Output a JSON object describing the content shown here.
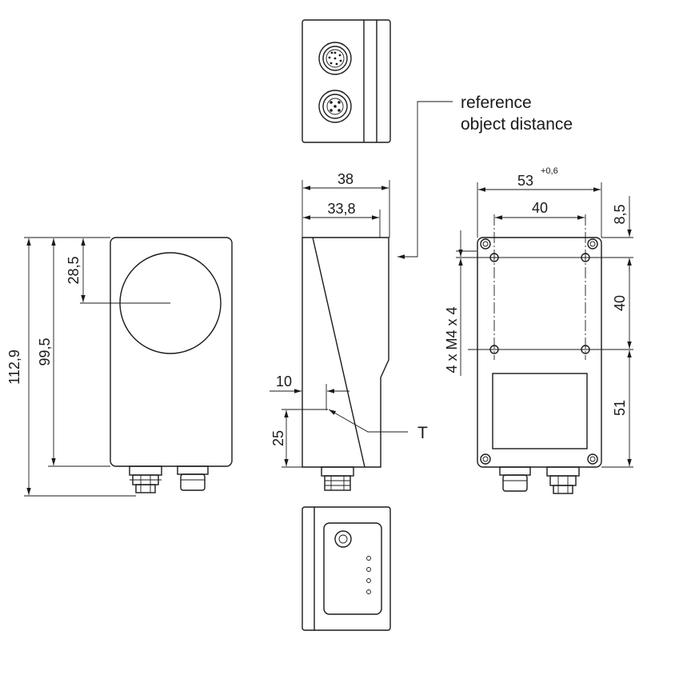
{
  "labels": {
    "reference_line1": "reference",
    "reference_line2": "object distance",
    "marker_t": "T"
  },
  "dimensions": {
    "overall_height": "112,9",
    "body_height": "99,5",
    "lens_center_offset": "28,5",
    "side_width_total": "38",
    "side_width_inner": "33,8",
    "offset_10": "10",
    "offset_25": "25",
    "back_width": "53",
    "back_width_tolerance": "+0,6",
    "hole_spacing_horizontal": "40",
    "hole_offset_top": "8,5",
    "hole_spacing_vertical": "40",
    "hole_to_bottom": "51",
    "thread_spec": "4 x M4 x 4"
  }
}
